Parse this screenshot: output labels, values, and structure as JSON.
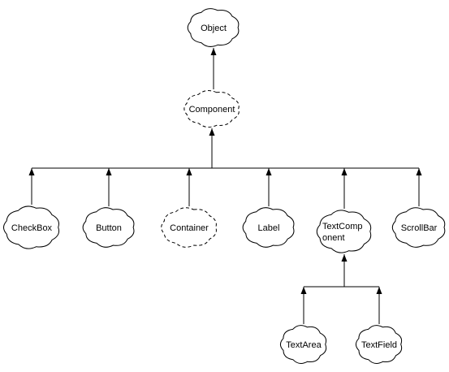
{
  "diagram": {
    "nodes": [
      {
        "id": "object",
        "lines": [
          "Object"
        ],
        "style": "solid"
      },
      {
        "id": "component",
        "lines": [
          "Component"
        ],
        "style": "dashed"
      },
      {
        "id": "checkbox",
        "lines": [
          "CheckBox"
        ],
        "style": "solid"
      },
      {
        "id": "button",
        "lines": [
          "Button"
        ],
        "style": "solid"
      },
      {
        "id": "container",
        "lines": [
          "Container"
        ],
        "style": "dashed"
      },
      {
        "id": "label",
        "lines": [
          "Label"
        ],
        "style": "solid"
      },
      {
        "id": "textcomponent",
        "lines": [
          "TextComp",
          "onent"
        ],
        "style": "solid"
      },
      {
        "id": "scrollbar",
        "lines": [
          "ScrollBar"
        ],
        "style": "solid"
      },
      {
        "id": "textarea",
        "lines": [
          "TextArea"
        ],
        "style": "solid"
      },
      {
        "id": "textfield",
        "lines": [
          "TextField"
        ],
        "style": "solid"
      }
    ],
    "edges": [
      {
        "from": "component",
        "to": "object"
      },
      {
        "from": "checkbox",
        "to": "component"
      },
      {
        "from": "button",
        "to": "component"
      },
      {
        "from": "container",
        "to": "component"
      },
      {
        "from": "label",
        "to": "component"
      },
      {
        "from": "textcomponent",
        "to": "component"
      },
      {
        "from": "scrollbar",
        "to": "component"
      },
      {
        "from": "textarea",
        "to": "textcomponent"
      },
      {
        "from": "textfield",
        "to": "textcomponent"
      }
    ]
  }
}
